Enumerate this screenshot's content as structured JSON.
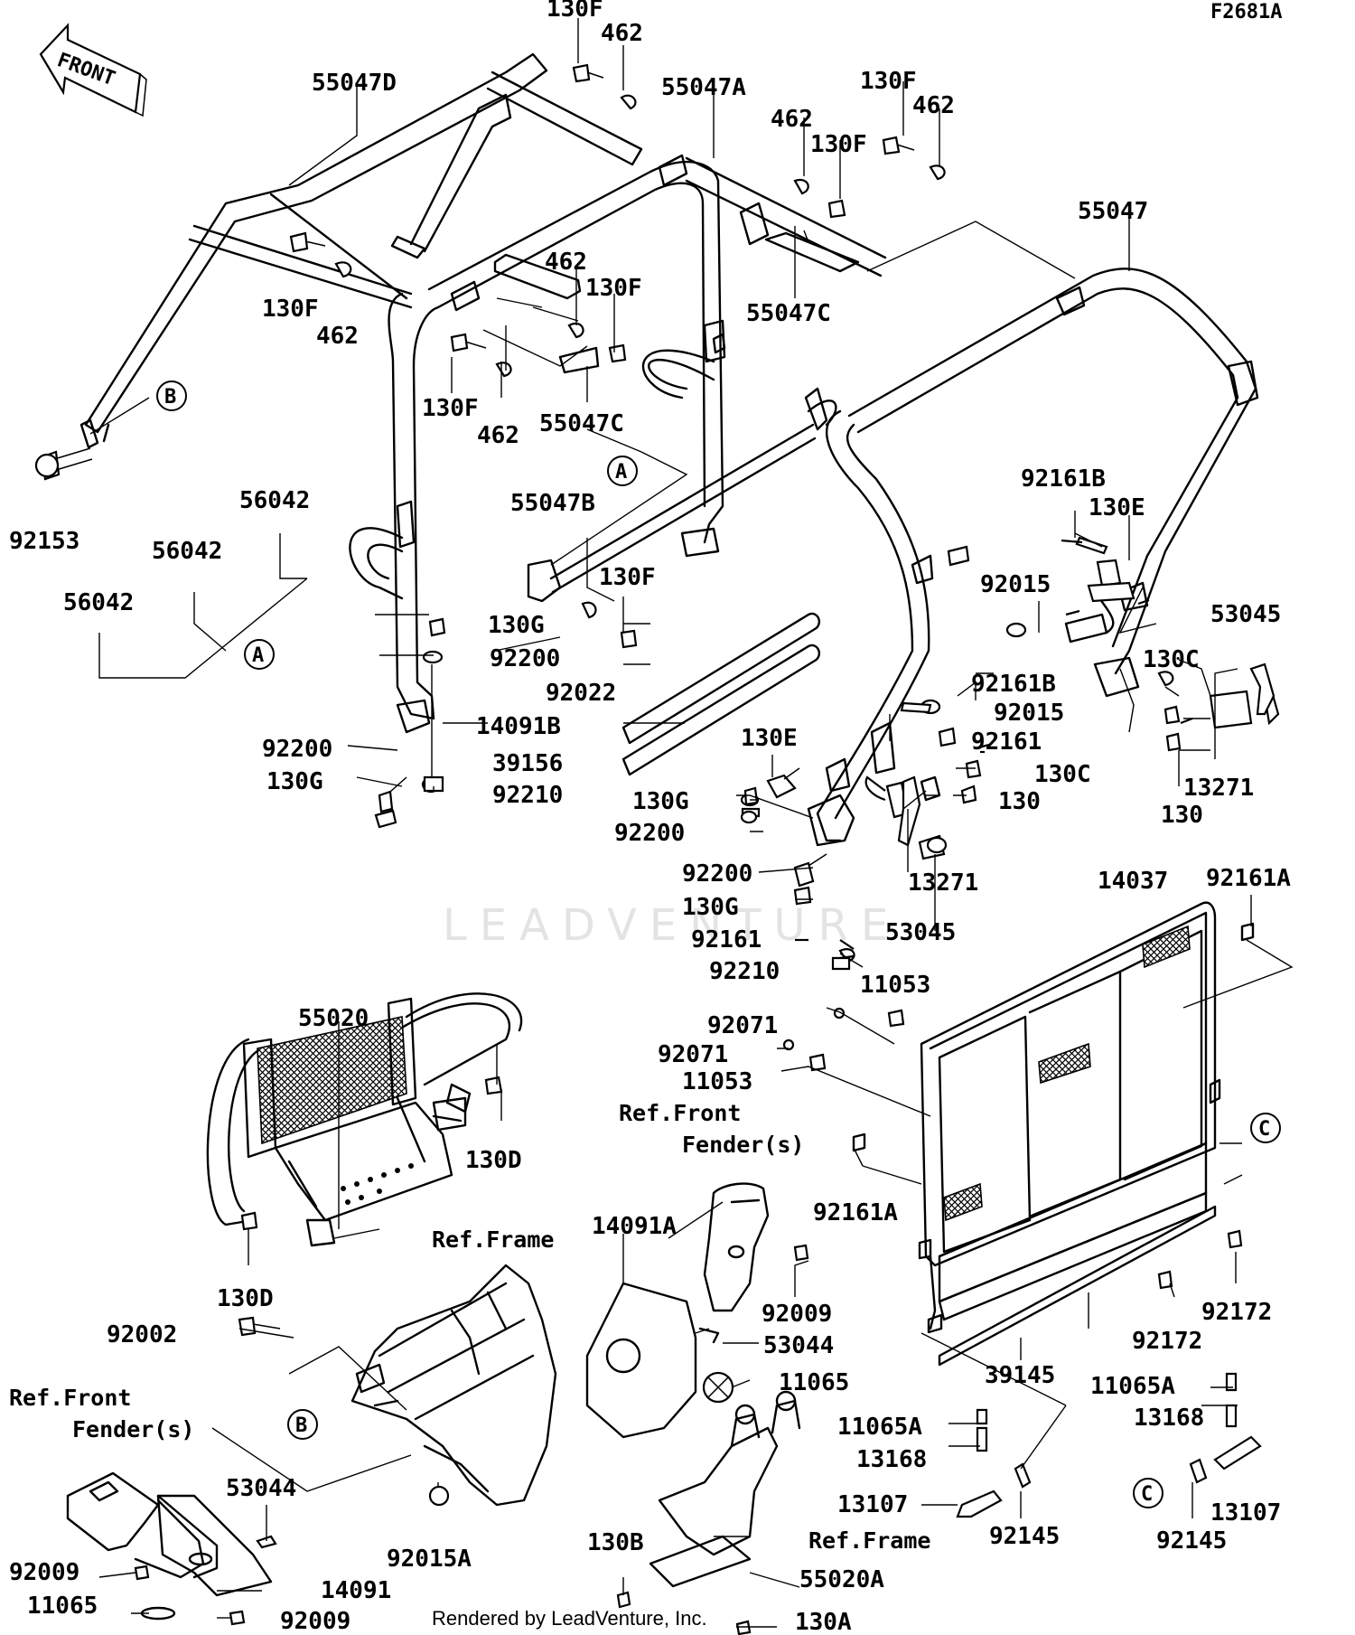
{
  "diagram_id": "F2681A",
  "front_arrow": "FRONT",
  "watermark": "LEADVENTURE",
  "footer": "Rendered by LeadVenture, Inc.",
  "callout_letters": {
    "a": "A",
    "b": "B",
    "c": "C"
  },
  "refs": {
    "front_fender": "Ref.Front Fender(s)",
    "front_fender_l1": "Ref.Front",
    "front_fender_l2": "Fender(s)",
    "frame": "Ref.Frame"
  },
  "parts": {
    "p130F": "130F",
    "p462": "462",
    "p55047D": "55047D",
    "p55047A": "55047A",
    "p55047C": "55047C",
    "p55047": "55047",
    "p55047B": "55047B",
    "p92153": "92153",
    "p56042": "56042",
    "p130G": "130G",
    "p92200": "92200",
    "p92022": "92022",
    "p92210": "92210",
    "p14091B": "14091B",
    "p39156": "39156",
    "p130E": "130E",
    "p92161B": "92161B",
    "p92015": "92015",
    "p53045": "53045",
    "p130C": "130C",
    "p92161": "92161",
    "p130": "130",
    "p13271": "13271",
    "p14037": "14037",
    "p92161A": "92161A",
    "p11053": "11053",
    "p92071": "92071",
    "p55020": "55020",
    "p130D": "130D",
    "p92002": "92002",
    "p14091A": "14091A",
    "p92009": "92009",
    "p53044": "53044",
    "p11065": "11065",
    "p92172": "92172",
    "p39145": "39145",
    "p11065A": "11065A",
    "p13168": "13168",
    "p13107": "13107",
    "p92145": "92145",
    "p14091": "14091",
    "p92015A": "92015A",
    "p130B": "130B",
    "p55020A": "55020A",
    "p130A": "130A"
  }
}
